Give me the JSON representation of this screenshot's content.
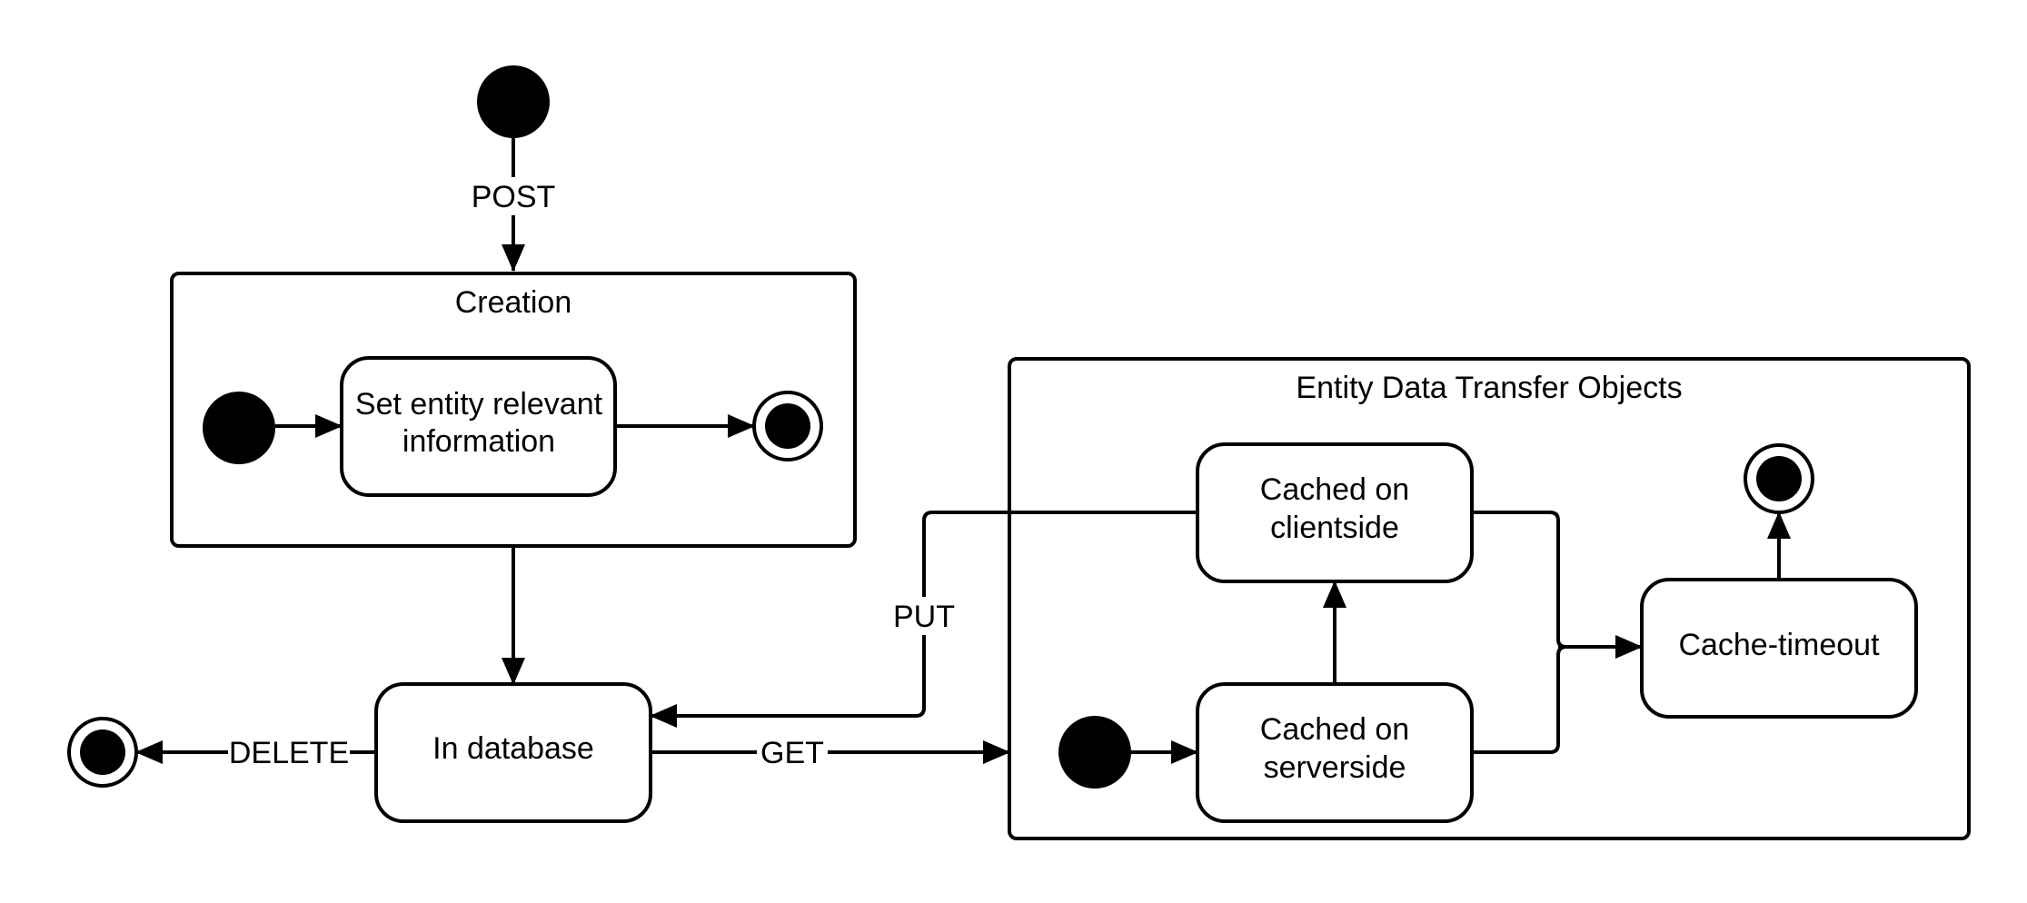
{
  "transitions": {
    "post": "POST",
    "put": "PUT",
    "get": "GET",
    "delete": "DELETE"
  },
  "creation": {
    "title": "Creation",
    "state_line1": "Set entity relevant",
    "state_line2": "information"
  },
  "database": {
    "label": "In database"
  },
  "dto": {
    "title": "Entity Data Transfer Objects",
    "client_line1": "Cached on",
    "client_line2": "clientside",
    "server_line1": "Cached on",
    "server_line2": "serverside",
    "timeout": "Cache-timeout"
  }
}
